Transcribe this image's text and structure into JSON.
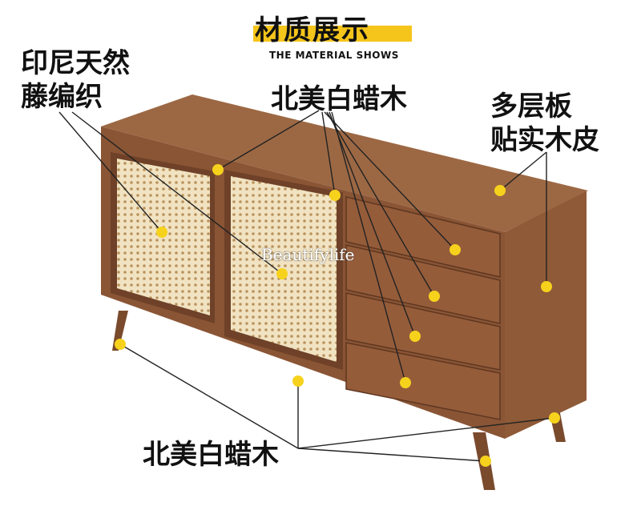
{
  "header": {
    "title": "材质展示",
    "subtitle": "THE MATERIAL SHOWS"
  },
  "labels": {
    "rattan": "印尼天然\n藤编织",
    "ash_top": "北美白蜡木",
    "plywood": "多层板\n贴实木皮",
    "ash_bottom": "北美白蜡木"
  },
  "watermark": "Beautifylife",
  "colors": {
    "accent": "#f5c51b",
    "dot": "#f6d21c",
    "wood": "#8a5535",
    "rattan": "#f1e3c2"
  }
}
